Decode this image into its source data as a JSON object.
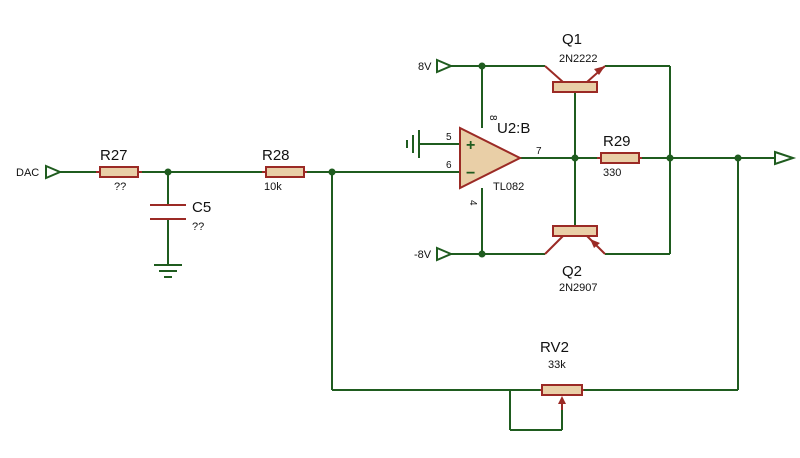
{
  "nets": {
    "dac": "DAC",
    "vpos": "8V",
    "vneg": "-8V"
  },
  "r27": {
    "ref": "R27",
    "value": "??"
  },
  "c5": {
    "ref": "C5",
    "value": "??"
  },
  "r28": {
    "ref": "R28",
    "value": "10k"
  },
  "u2": {
    "ref": "U2:B",
    "part": "TL082",
    "pin_plus": "5",
    "pin_minus": "6",
    "pin_out": "7",
    "pin_vp": "8",
    "pin_vn": "4",
    "plus": "+",
    "minus": "−"
  },
  "q1": {
    "ref": "Q1",
    "part": "2N2222"
  },
  "q2": {
    "ref": "Q2",
    "part": "2N2907"
  },
  "r29": {
    "ref": "R29",
    "value": "330"
  },
  "rv2": {
    "ref": "RV2",
    "value": "33k"
  },
  "colors": {
    "wire": "#1f5c1f",
    "component": "#9b2a25",
    "body_fill": "#e9cfa7"
  }
}
